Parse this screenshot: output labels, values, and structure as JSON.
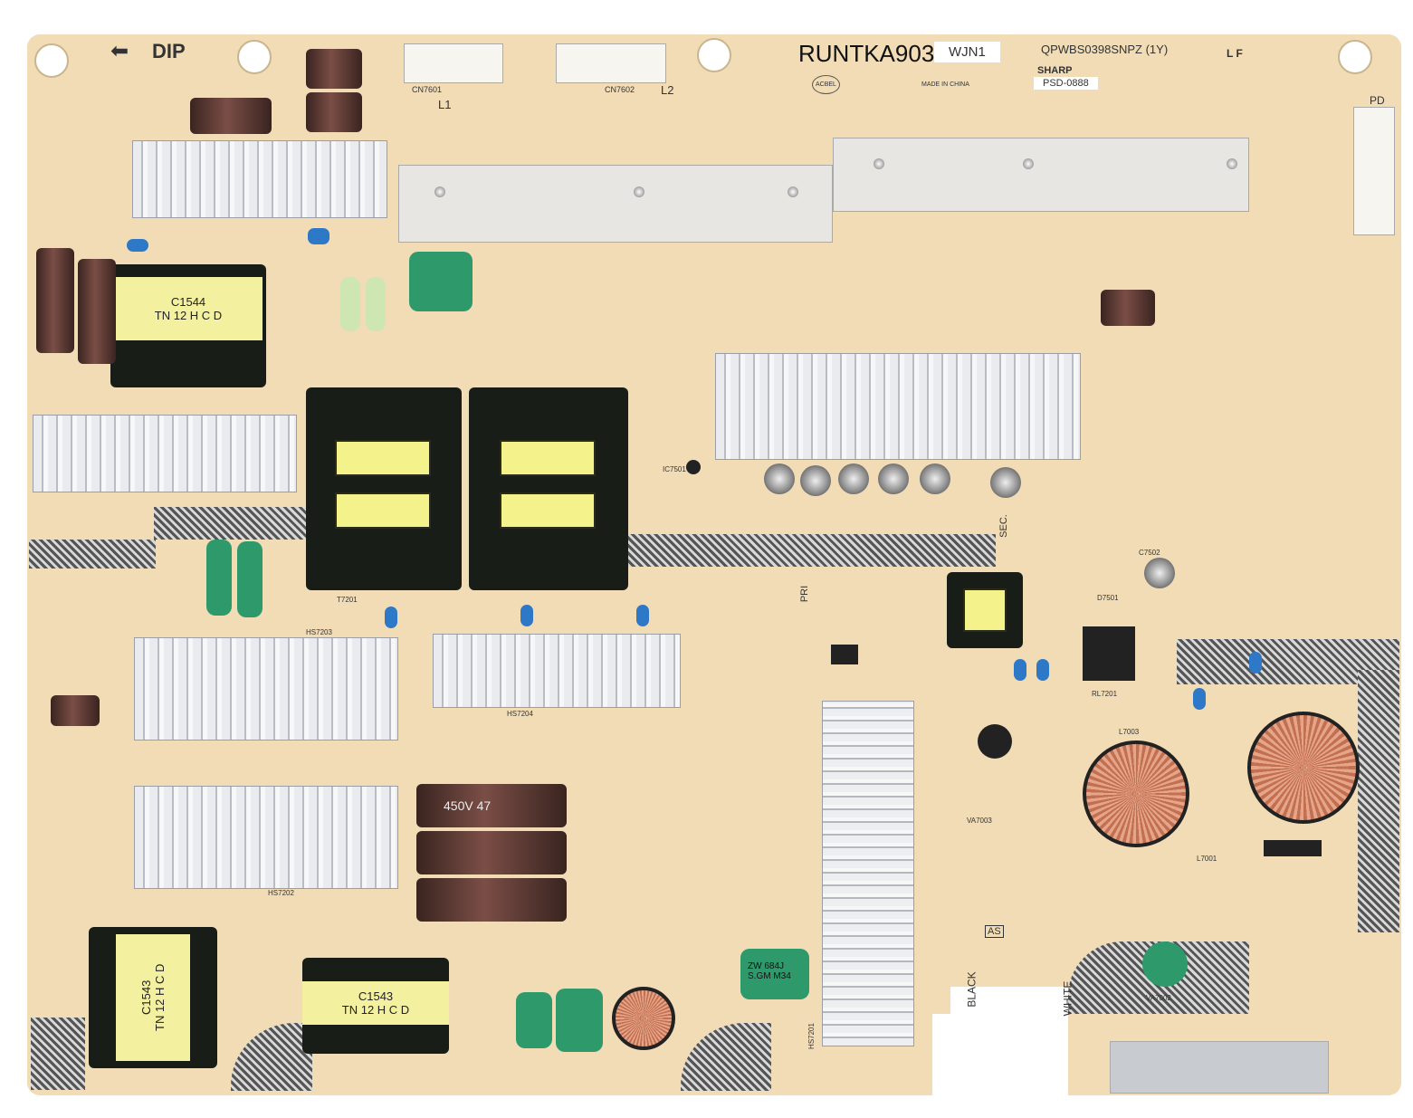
{
  "board": {
    "part_number": "RUNTKA903",
    "sticker": "WJN1",
    "pcb_code": "QPWBS0398SNPZ (1Y)",
    "brand": "SHARP",
    "model_sticker": "PSD-0888",
    "origin": "MADE IN CHINA",
    "maker_mark": "ACBEL",
    "lf_mark": "L F",
    "dip_label": "DIP",
    "connector_labels": [
      "CN7601",
      "CN7602",
      "L1",
      "L2",
      "PD"
    ],
    "section_labels": {
      "sec": "SEC.",
      "pri": "PRI",
      "black": "BLACK",
      "white": "WHITE",
      "as": "AS"
    },
    "transformers": [
      {
        "ref": "C1544",
        "code": "TN 12 H C D"
      },
      {
        "ref": "C1543",
        "code": "TN 12 H C D"
      },
      {
        "ref": "C1543",
        "code": "TN 12 H C D"
      }
    ],
    "capacitor_markings": {
      "green_cap": "ZW 684J S.GM M34",
      "electrolytic": "450V 47"
    },
    "refs": [
      "T7201",
      "HS7202",
      "HS7203",
      "HS7204",
      "HS7201",
      "L7003",
      "L7001",
      "RL7201",
      "VA7003",
      "VA7002",
      "IC7501",
      "C7502",
      "D7501"
    ]
  },
  "colors": {
    "board": "#f1dcb6",
    "heatsink": "#e9ebee",
    "transformer": "#181d17",
    "coil_tape": "#f4f28a",
    "film_cap": "#2e9a6c",
    "electrolytic": "#5a3a34"
  }
}
